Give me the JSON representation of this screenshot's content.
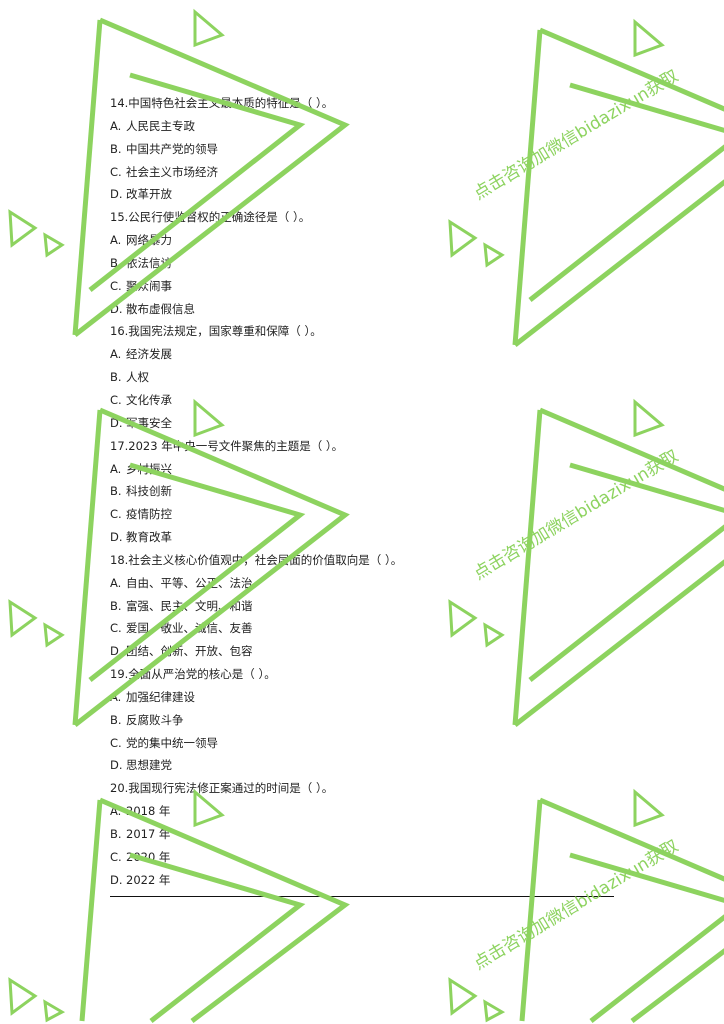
{
  "watermark_text": "点击咨询加微信bidazixun获取",
  "watermark_color": "#8dd35f",
  "questions": [
    {
      "stem": "14.中国特色社会主义最本质的特征是（ ）。",
      "options": [
        {
          "letter": "A.",
          "text": "人民民主专政"
        },
        {
          "letter": "B.",
          "text": "中国共产党的领导"
        },
        {
          "letter": "C.",
          "text": "社会主义市场经济"
        },
        {
          "letter": "D.",
          "text": "改革开放"
        }
      ]
    },
    {
      "stem": "15.公民行使监督权的正确途径是（ ）。",
      "options": [
        {
          "letter": "A.",
          "text": "网络暴力"
        },
        {
          "letter": "B.",
          "text": "依法信访"
        },
        {
          "letter": "C.",
          "text": "聚众闹事"
        },
        {
          "letter": "D.",
          "text": "散布虚假信息"
        }
      ]
    },
    {
      "stem": "16.我国宪法规定，国家尊重和保障（ ）。",
      "options": [
        {
          "letter": "A.",
          "text": "经济发展"
        },
        {
          "letter": "B.",
          "text": "人权"
        },
        {
          "letter": "C.",
          "text": "文化传承"
        },
        {
          "letter": "D.",
          "text": "军事安全"
        }
      ]
    },
    {
      "stem": "17.2023 年中央一号文件聚焦的主题是（ ）。",
      "options": [
        {
          "letter": "A.",
          "text": "乡村振兴"
        },
        {
          "letter": "B.",
          "text": "科技创新"
        },
        {
          "letter": "C.",
          "text": "疫情防控"
        },
        {
          "letter": "D.",
          "text": "教育改革"
        }
      ]
    },
    {
      "stem": "18.社会主义核心价值观中，社会层面的价值取向是（ ）。",
      "options": [
        {
          "letter": "A.",
          "text": "自由、平等、公正、法治"
        },
        {
          "letter": "B.",
          "text": "富强、民主、文明、和谐"
        },
        {
          "letter": "C.",
          "text": "爱国、敬业、诚信、友善"
        },
        {
          "letter": "D.",
          "text": "团结、创新、开放、包容"
        }
      ]
    },
    {
      "stem": "19.全面从严治党的核心是（ ）。",
      "options": [
        {
          "letter": "A.",
          "text": "加强纪律建设"
        },
        {
          "letter": "B.",
          "text": "反腐败斗争"
        },
        {
          "letter": "C.",
          "text": "党的集中统一领导"
        },
        {
          "letter": "D.",
          "text": "思想建党"
        }
      ]
    },
    {
      "stem": "20.我国现行宪法修正案通过的时间是（ ）。",
      "options": [
        {
          "letter": "A.",
          "text": "2018 年"
        },
        {
          "letter": "B.",
          "text": "2017 年"
        },
        {
          "letter": "C.",
          "text": "2020 年"
        },
        {
          "letter": "D.",
          "text": "2022 年"
        }
      ]
    }
  ]
}
